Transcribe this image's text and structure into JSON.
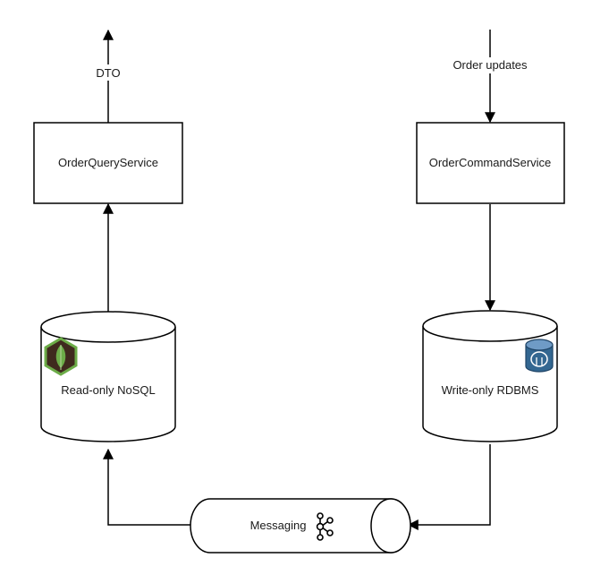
{
  "query_service": {
    "label": "OrderQueryService",
    "output_label": "DTO"
  },
  "command_service": {
    "label": "OrderCommandService",
    "input_label": "Order updates"
  },
  "read_db": {
    "label": "Read-only NoSQL",
    "icon": "mongodb-leaf-icon"
  },
  "write_db": {
    "label": "Write-only RDBMS",
    "icon": "postgresql-elephant-icon"
  },
  "messaging": {
    "label": "Messaging",
    "icon": "kafka-icon"
  },
  "colors": {
    "stroke": "#000000",
    "mongo_dark": "#3f2a1e",
    "mongo_green": "#6cac48",
    "pg_blue": "#336791"
  }
}
